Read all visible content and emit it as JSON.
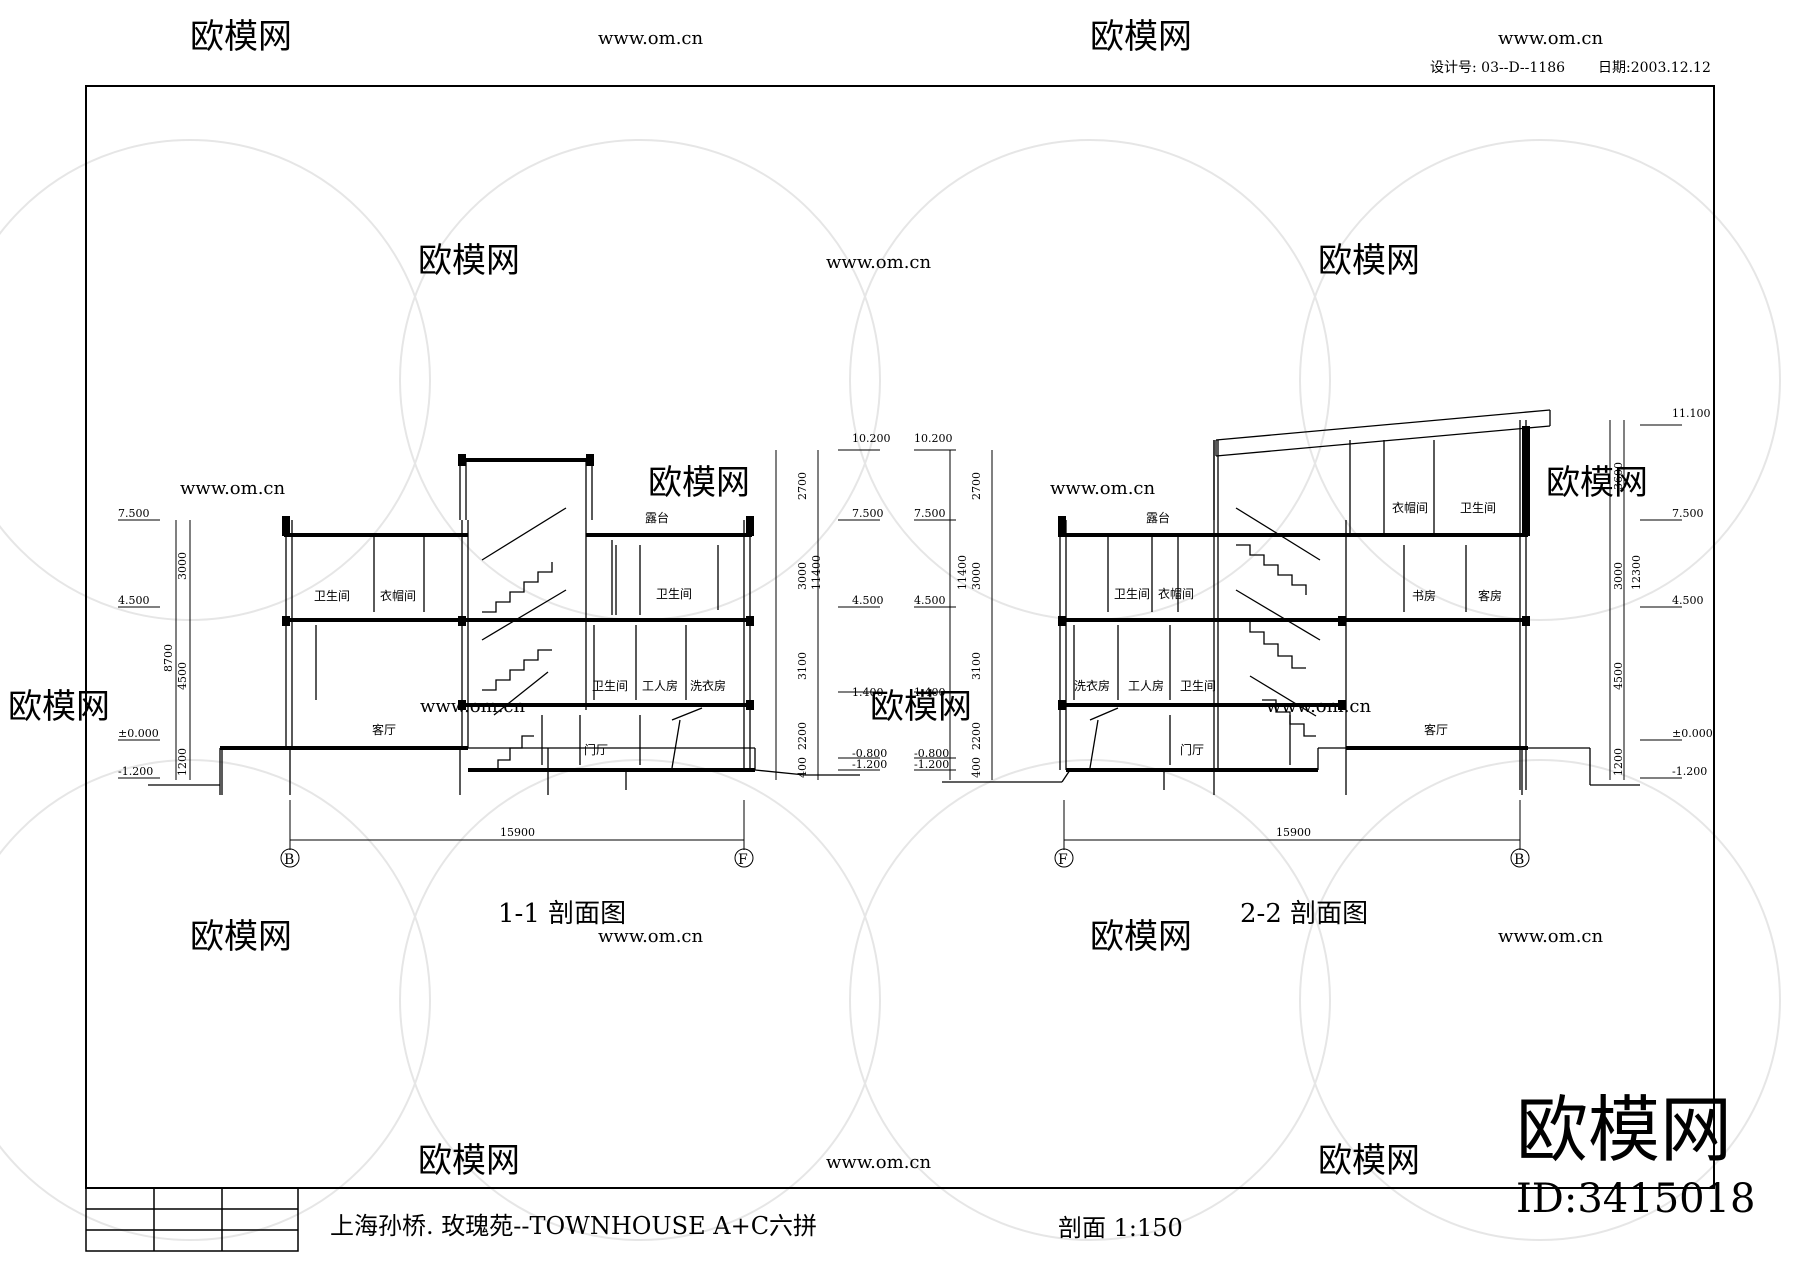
{
  "header": {
    "design_no": "设计号: 03--D--1186",
    "date": "日期:2003.12.12"
  },
  "watermark": {
    "brand": "欧模网",
    "url": "www.om.cn",
    "corner_brand": "欧模网",
    "corner_id": "ID:3415018"
  },
  "title_block": {
    "project": "上海孙桥. 玫瑰苑--TOWNHOUSE A+C六拼",
    "drawing": "剖面  1:150"
  },
  "section_1": {
    "title": "1-1 剖面图",
    "axis_left": "B",
    "axis_right": "F",
    "total_span": "15900",
    "levels_left": [
      "7.500",
      "4.500",
      "±0.000",
      "-1.200"
    ],
    "levels_right": [
      "10.200",
      "7.500",
      "4.500",
      "1.400",
      "-0.800",
      "-1.200"
    ],
    "dims_left": [
      "3000",
      "4500",
      "1200"
    ],
    "dims_left_total": "8700",
    "dims_right": [
      "2700",
      "3000",
      "3100",
      "2200",
      "400"
    ],
    "dims_right_total": "11400",
    "rooms": [
      "露台",
      "卫生间",
      "衣帽间",
      "卫生间",
      "卫生间",
      "工人房",
      "洗衣房",
      "客厅",
      "门厅"
    ]
  },
  "section_2": {
    "title": "2-2 剖面图",
    "axis_left": "F",
    "axis_right": "B",
    "total_span": "15900",
    "levels_left": [
      "10.200",
      "7.500",
      "4.500",
      "1.400",
      "-0.800",
      "-1.200"
    ],
    "levels_right": [
      "11.100",
      "7.500",
      "4.500",
      "±0.000",
      "-1.200"
    ],
    "dims_left": [
      "2700",
      "3000",
      "3100",
      "2200",
      "400"
    ],
    "dims_left_total": "11400",
    "dims_right": [
      "3600",
      "3000",
      "4500",
      "1200"
    ],
    "dims_right_total": "12300",
    "rooms": [
      "露台",
      "衣帽间",
      "卫生间",
      "卫生间",
      "衣帽间",
      "书房",
      "客房",
      "洗衣房",
      "工人房",
      "卫生间",
      "客厅",
      "门厅"
    ]
  }
}
